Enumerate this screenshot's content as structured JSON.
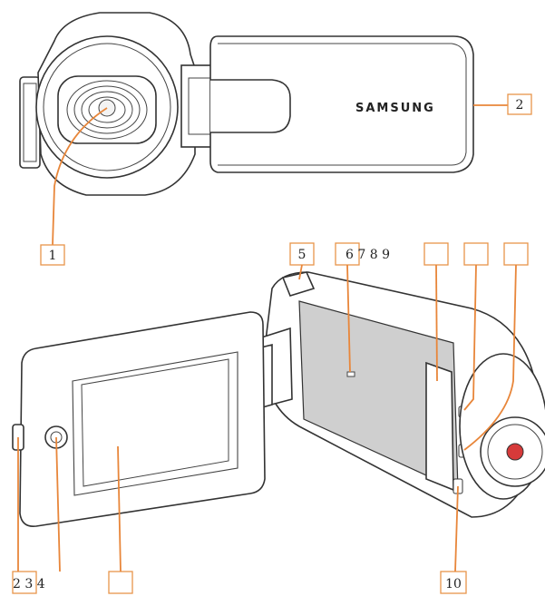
{
  "brand_logo": "SAMSUNG",
  "colors": {
    "callout_border": "#e8954a",
    "leader_line": "#e8863a",
    "record_button": "#d63a3a",
    "panel_shade": "#cfcfcf"
  },
  "callouts": {
    "c1": "1",
    "c2": "2",
    "c5": "5",
    "c6789": "6 7 8 9",
    "c_blank_a": "",
    "c_blank_b": "",
    "c_blank_c": "",
    "c234": "2 3 4",
    "c_blank_d": "",
    "c10": "10"
  }
}
